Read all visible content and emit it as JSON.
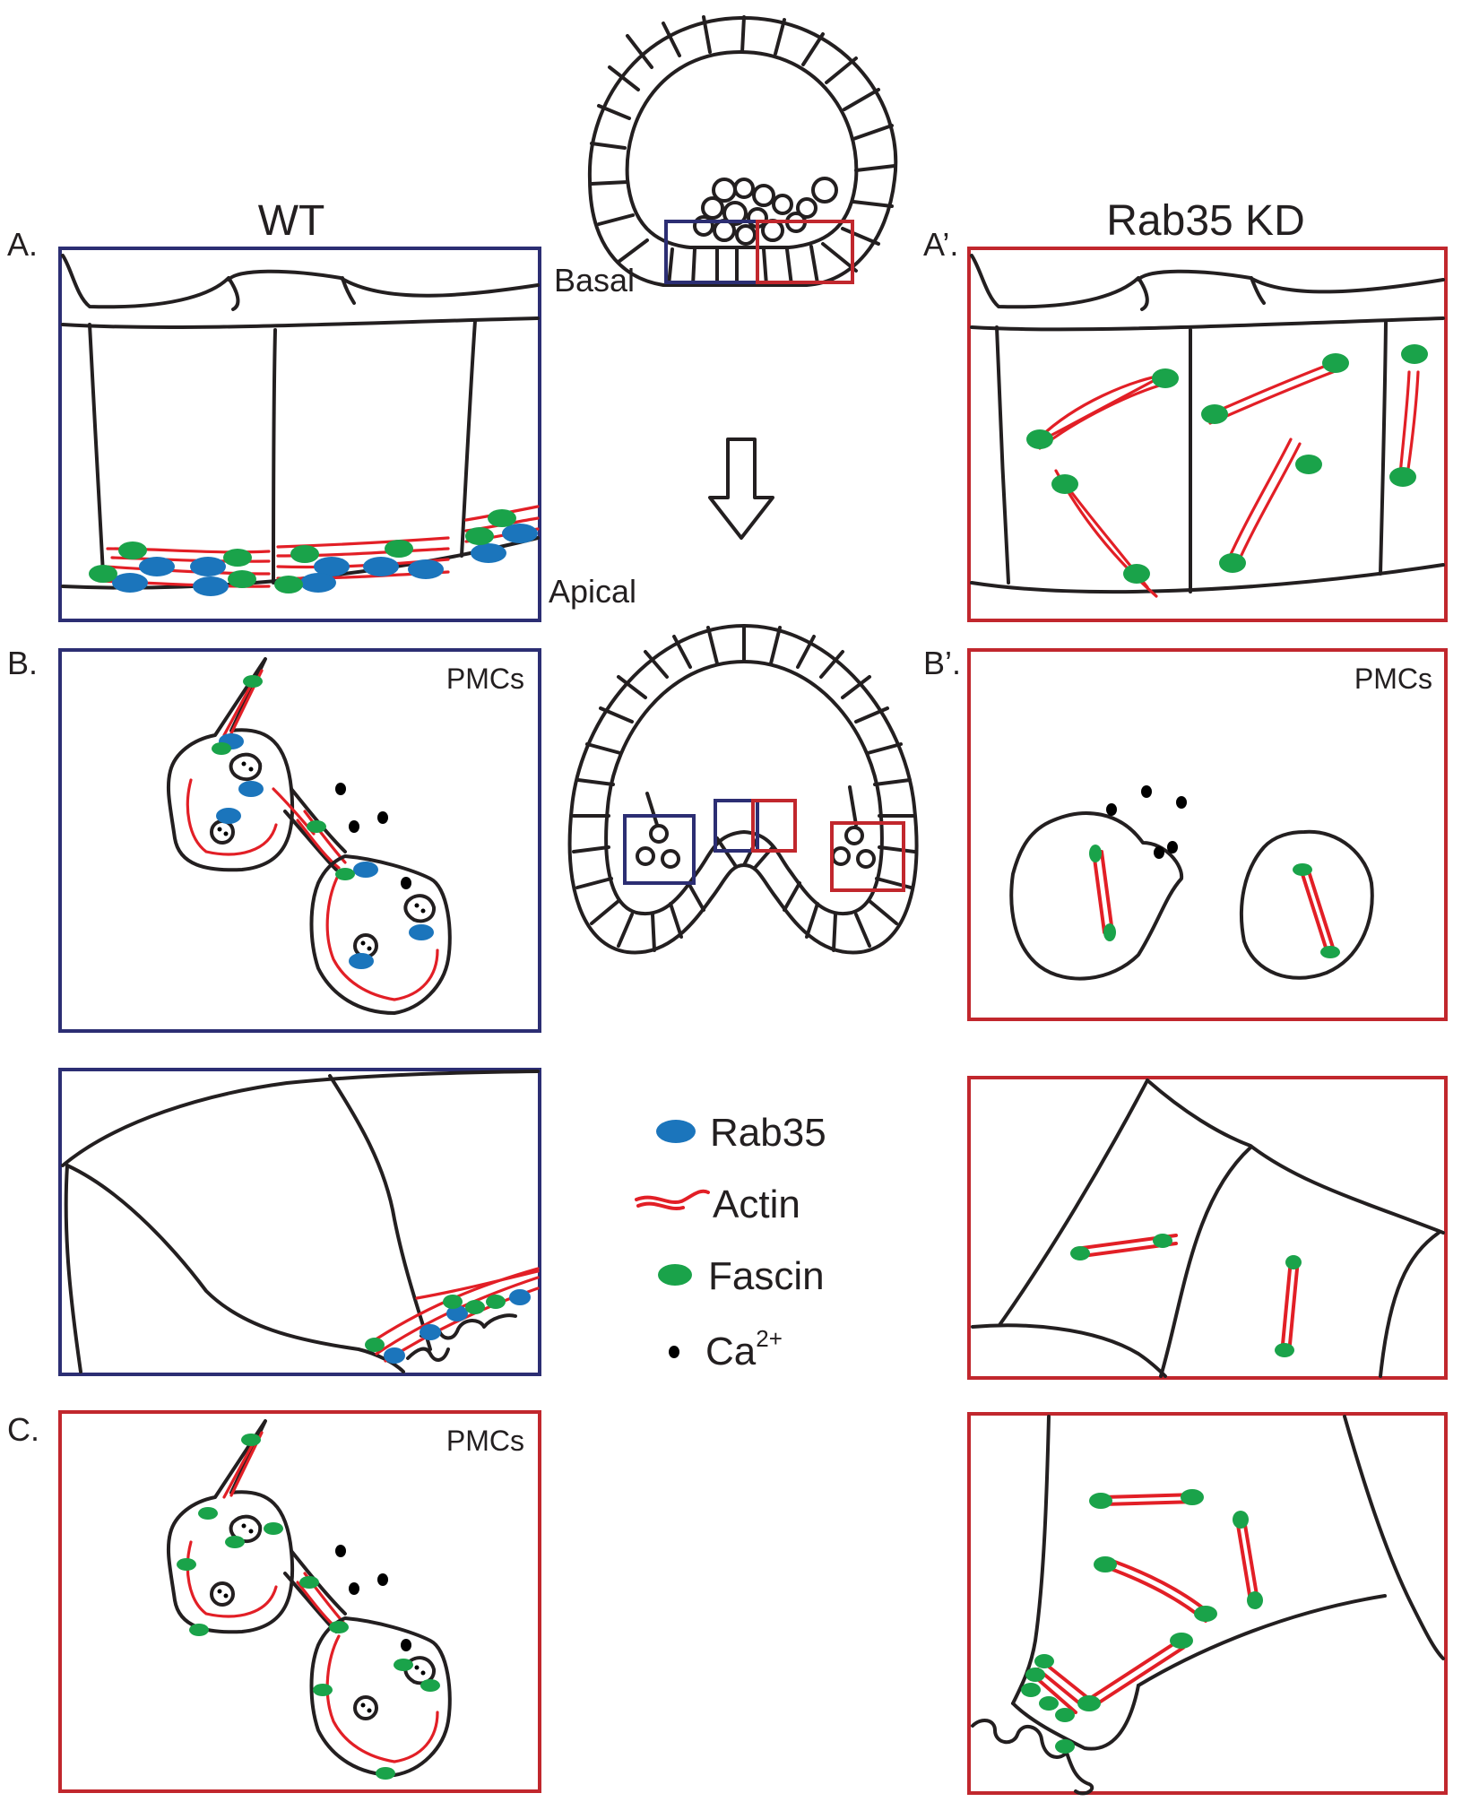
{
  "labels": {
    "wt": "WT",
    "kd": "Rab35 KD",
    "a": "A.",
    "a_prime": "A’.",
    "b": "B.",
    "b_prime": "B’.",
    "c": "C.",
    "basal": "Basal",
    "apical": "Apical",
    "pmcs": "PMCs"
  },
  "legend": {
    "rab35": "Rab35",
    "actin": "Actin",
    "fascin": "Fascin",
    "calcium_base": "Ca",
    "calcium_sup": "2+"
  },
  "colors": {
    "rab35": "#1b75bc",
    "actin": "#e21f26",
    "fascin": "#1aa34a",
    "calcium": "#000000",
    "wt_frame": "#2c2e73",
    "kd_frame": "#c1272d",
    "outline": "#231f20"
  }
}
